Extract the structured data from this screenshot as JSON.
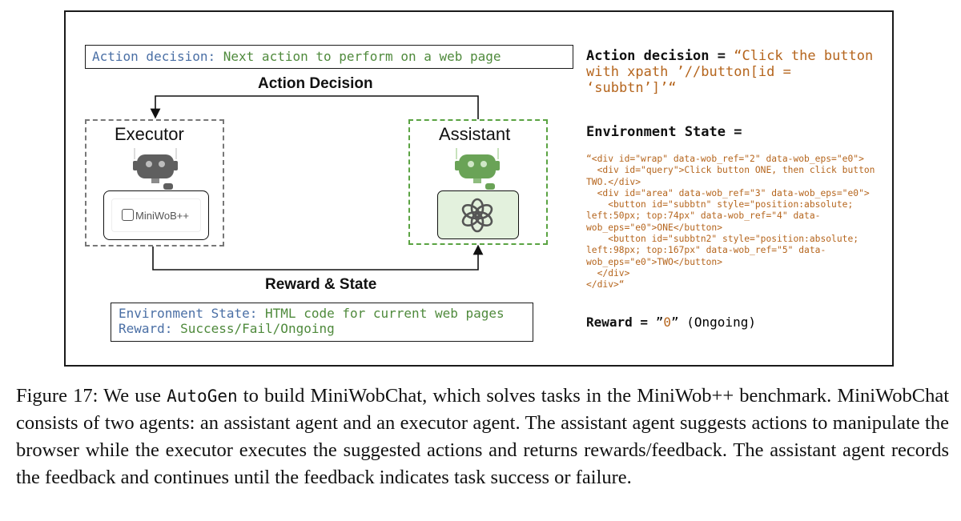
{
  "top_box": {
    "prefix": "Action decision:",
    "text": "Next action to perform on a web page"
  },
  "arrows": {
    "action_decision": "Action Decision",
    "reward_state": "Reward & State"
  },
  "executor": {
    "title": "Executor",
    "app_label": "MiniWoB++"
  },
  "assistant": {
    "title": "Assistant"
  },
  "bottom_box": {
    "env_prefix": "Environment State:",
    "env_text": "HTML code for current web pages",
    "reward_prefix": "Reward:",
    "reward_text": "Success/Fail/Ongoing"
  },
  "right_panel": {
    "action_label": "Action decision =",
    "action_value_line1": "“Click the button",
    "action_value_line2": "with xpath ’//button[id =",
    "action_value_line3": "‘subbtn’]’“",
    "env_label": "Environment State =",
    "env_code": "“<div id=\"wrap\" data-wob_ref=\"2\" data-wob_eps=\"e0\">\n  <div id=\"query\">Click button ONE, then click button\nTWO.</div>\n  <div id=\"area\" data-wob_ref=\"3\" data-wob_eps=\"e0\">\n    <button id=\"subbtn\" style=\"position:absolute;\nleft:50px; top:74px\" data-wob_ref=\"4\" data-\nwob_eps=\"e0\">ONE</button>\n    <button id=\"subbtn2\" style=\"position:absolute;\nleft:98px; top:167px\" data-wob_ref=\"5\" data-\nwob_eps=\"e0\">TWO</button>\n  </div>\n</div>“",
    "reward_label": "Reward =",
    "reward_q_open": "”",
    "reward_value": "0",
    "reward_q_close": "”",
    "reward_status": "(Ongoing)"
  },
  "caption": {
    "prefix": "Figure 17: We use ",
    "autogen": "AutoGen",
    "text": " to build MiniWobChat, which solves tasks in the MiniWob++ benchmark. MiniWobChat consists of two agents: an assistant agent and an executor agent. The assistant agent suggests actions to manipulate the browser while the executor executes the suggested actions and returns rewards/feedback. The assistant agent records the feedback and continues until the feedback indicates task success or failure."
  },
  "colors": {
    "prefix_blue": "#4a6fa5",
    "value_green": "#4f8a3c",
    "code_orange": "#b5651d",
    "assistant_green": "#5aa342"
  },
  "icons": [
    "robot-icon",
    "openai-logo-icon",
    "miniwob-logo-icon",
    "arrow-icon"
  ]
}
